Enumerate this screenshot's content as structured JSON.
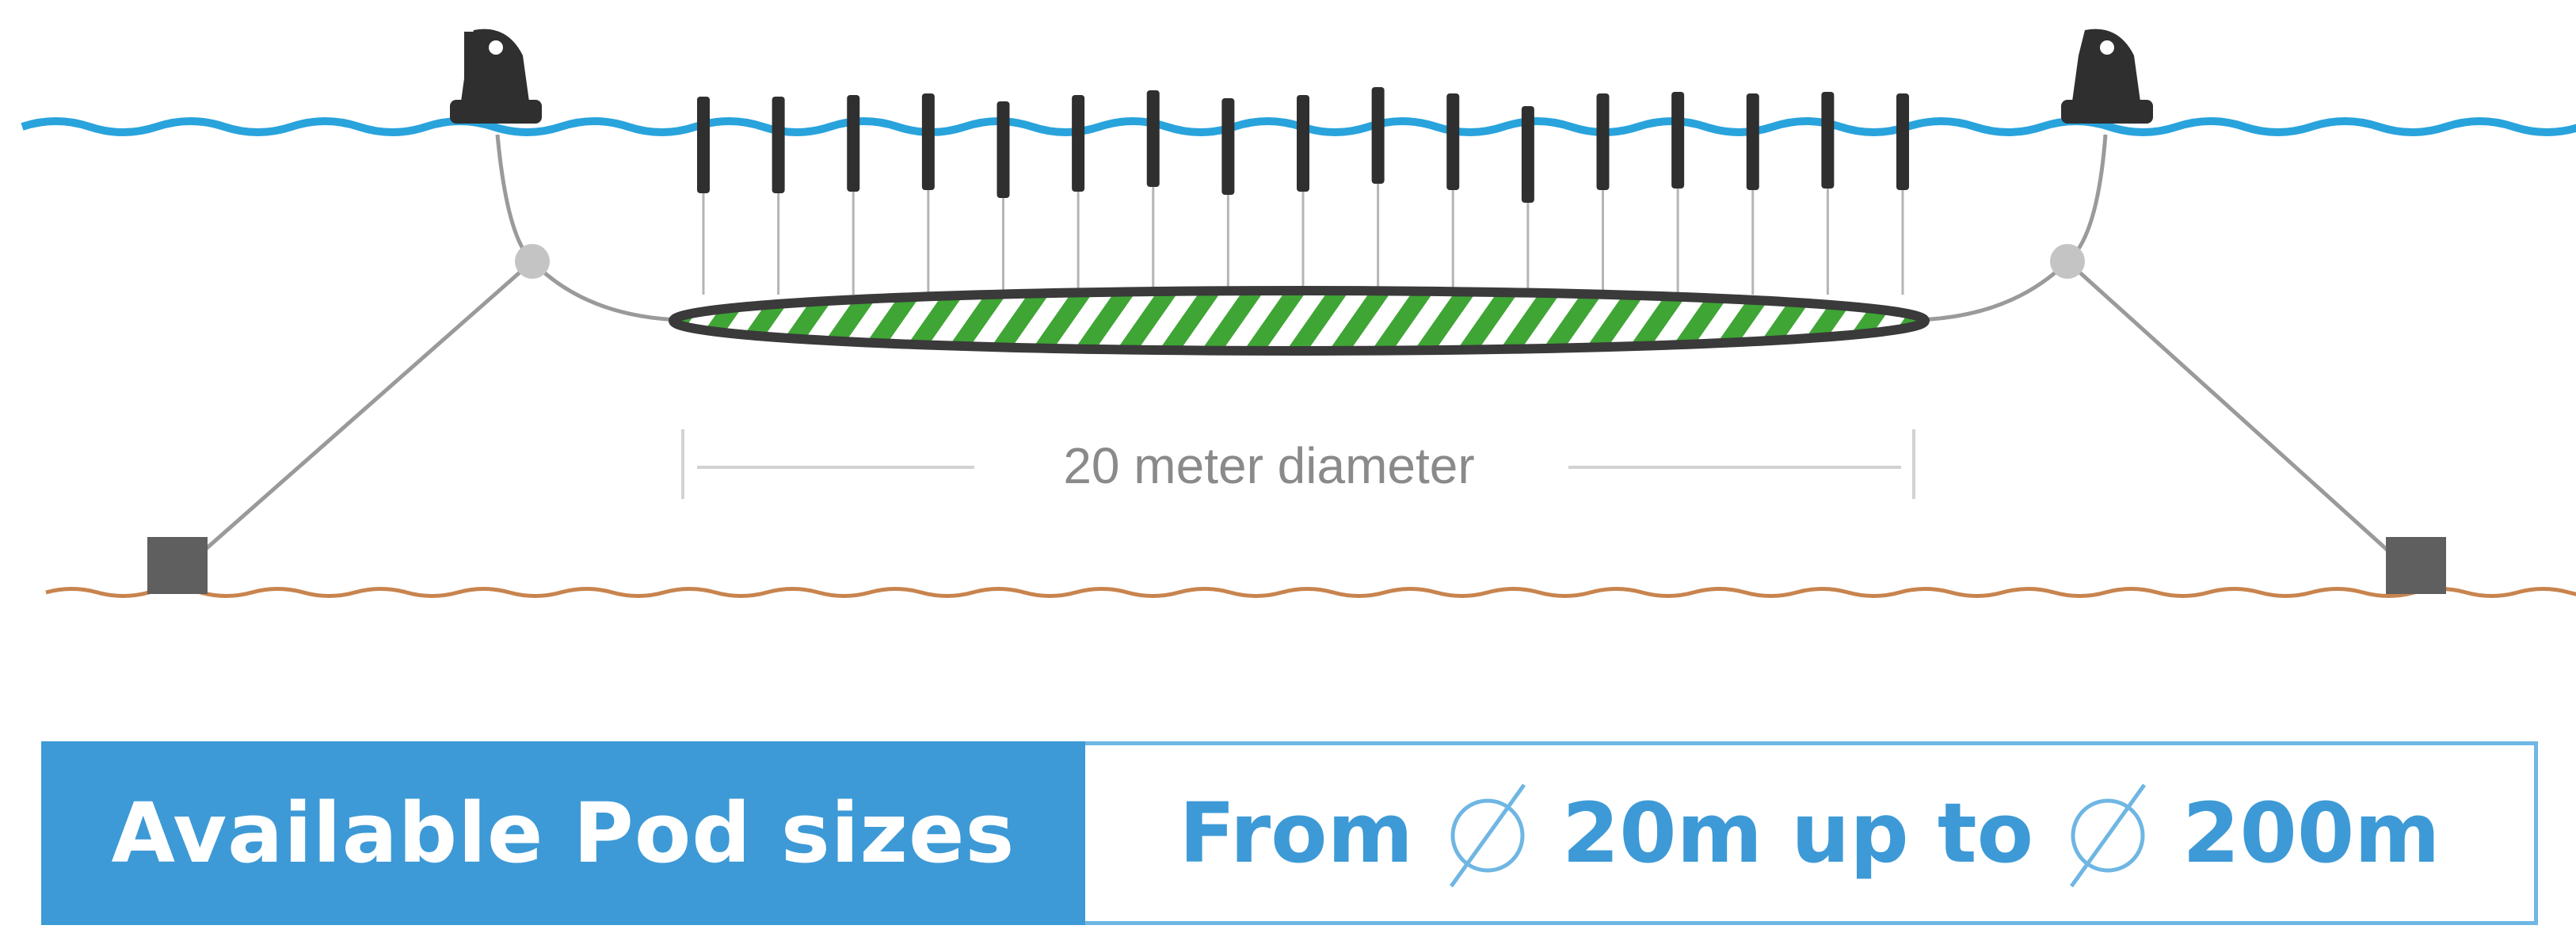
{
  "diagram": {
    "dimension_label": "20 meter diameter",
    "float_count": 17,
    "colors": {
      "water": "#29a3dc",
      "seabed": "#c8844e",
      "pen_stripe": "#3fa535",
      "pen_outline": "#3a3a3a",
      "rope": "#9a9a9a",
      "anchor": "#5f5f5f",
      "buoy": "#2f2f2f"
    }
  },
  "banner": {
    "label": "Available Pod sizes",
    "from_text": "From",
    "min_size": "20m up to",
    "max_size": "200m",
    "icon": "diameter-icon"
  }
}
